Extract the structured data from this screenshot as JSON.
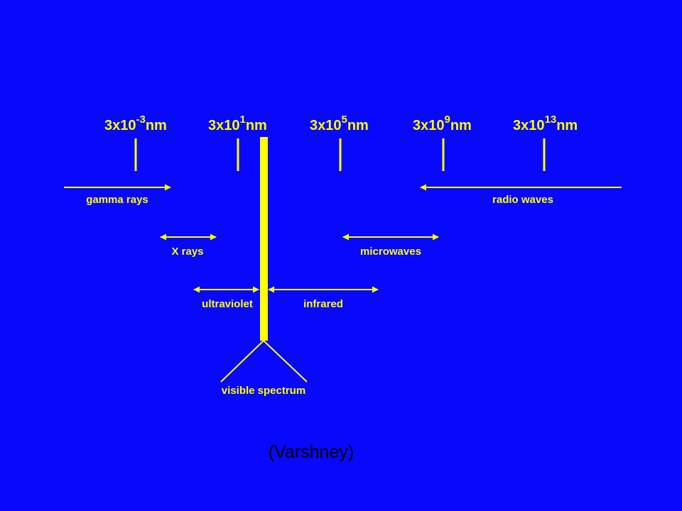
{
  "colors": {
    "background": "#0808FA",
    "ink": "#FFFF00",
    "caption": "#000000"
  },
  "ticks": [
    {
      "mantissa": "3x10",
      "exponent": "-3",
      "unit": "nm"
    },
    {
      "mantissa": "3x10",
      "exponent": "1",
      "unit": "nm"
    },
    {
      "mantissa": "3x10",
      "exponent": "5",
      "unit": "nm"
    },
    {
      "mantissa": "3x10",
      "exponent": "9",
      "unit": "nm"
    },
    {
      "mantissa": "3x10",
      "exponent": "13",
      "unit": "nm"
    }
  ],
  "bands": {
    "gamma": "gamma rays",
    "radio": "radio waves",
    "xrays": "X rays",
    "microwaves": "microwaves",
    "ultraviolet": "ultraviolet",
    "infrared": "infrared",
    "visible": "visible spectrum"
  },
  "caption": "(Varshney)"
}
